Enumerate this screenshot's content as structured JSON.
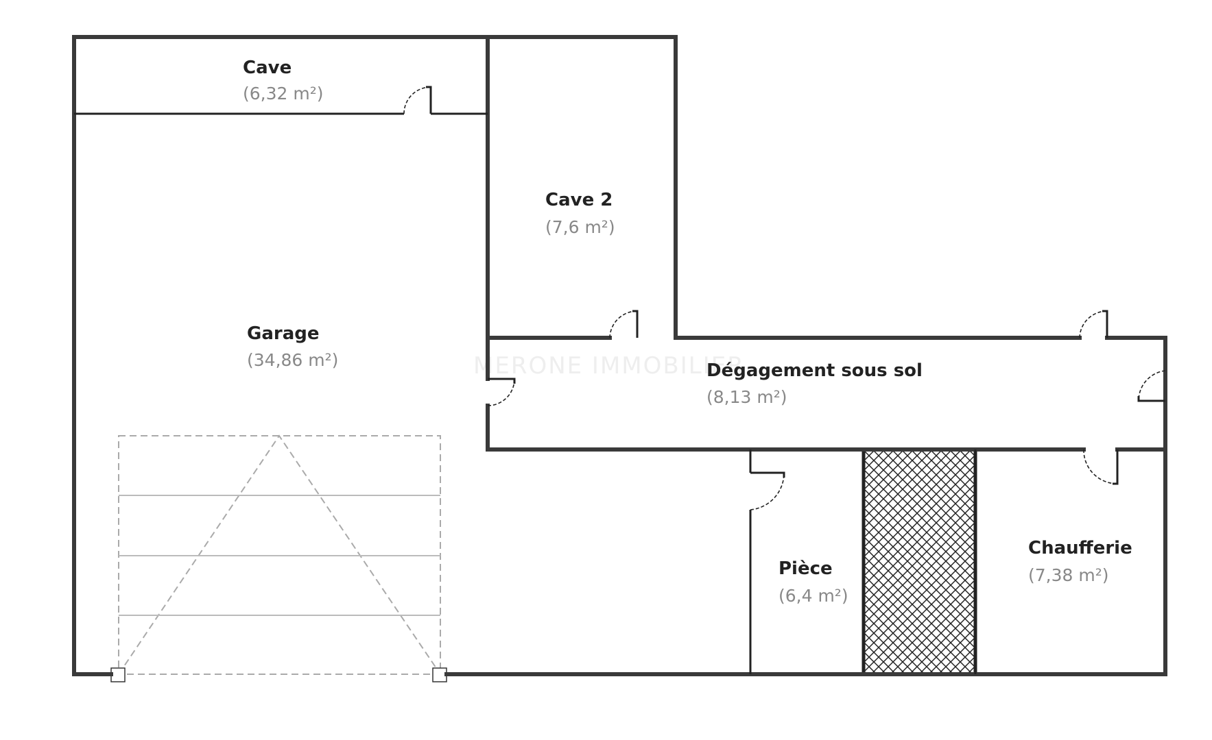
{
  "plan": {
    "rooms": [
      {
        "name": "Cave",
        "area": "(6,32 m²)"
      },
      {
        "name": "Cave 2",
        "area": "(7,6 m²)"
      },
      {
        "name": "Garage",
        "area": "(34,86 m²)"
      },
      {
        "name": "Dégagement sous sol",
        "area": "(8,13 m²)"
      },
      {
        "name": "Pièce",
        "area": "(6,4 m²)"
      },
      {
        "name": "Chaufferie",
        "area": "(7,38 m²)"
      }
    ],
    "watermark": "MERONE IMMOBILIER",
    "colors": {
      "wall": "#3a3a3a",
      "label": "#222222",
      "area": "#888888"
    }
  }
}
